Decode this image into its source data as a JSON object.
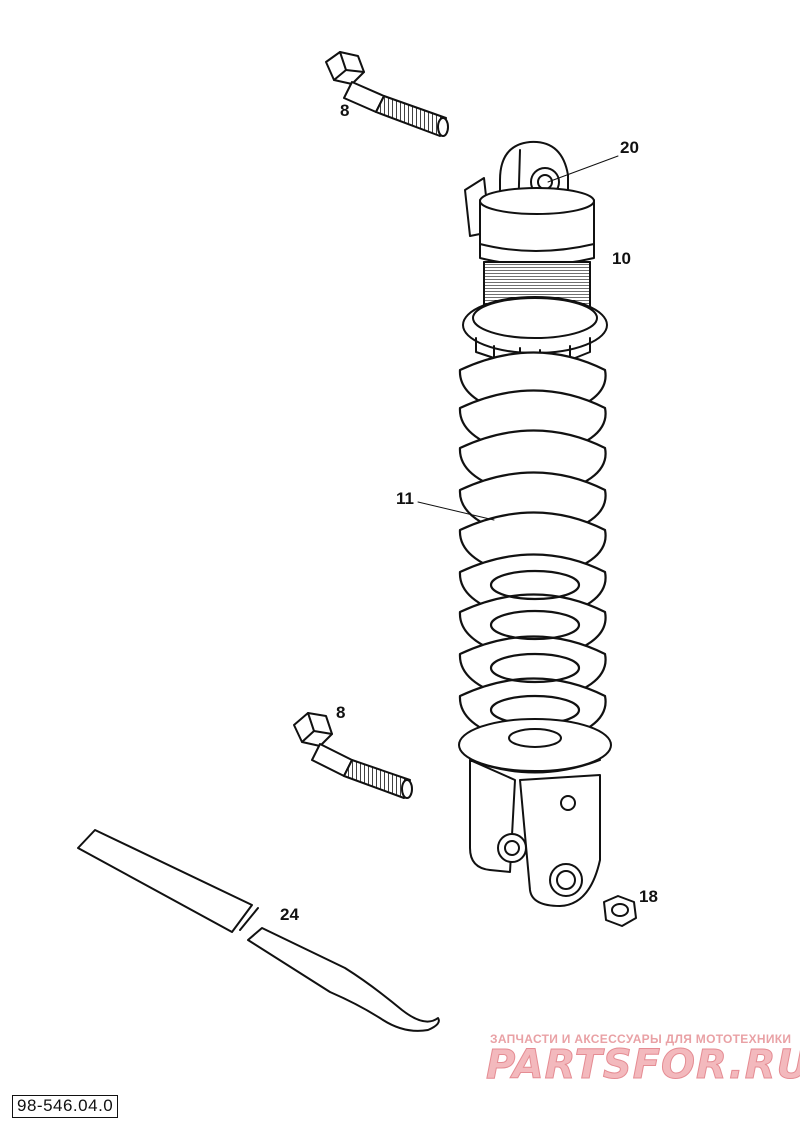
{
  "callouts": {
    "bolt_top": "8",
    "eye_bushing": "20",
    "shock_absorber": "10",
    "spring": "11",
    "bolt_bottom": "8",
    "nut": "18",
    "spanner": "24"
  },
  "document_id": "98-546.04.0",
  "watermark": {
    "tagline": "ЗАПЧАСТИ И АКСЕССУАРЫ ДЛЯ МОТОТЕХНИКИ",
    "logo": "PARTSFOR.RU"
  },
  "colors": {
    "line": "#111111",
    "fill": "#ffffff",
    "watermark": "#e58c93"
  }
}
